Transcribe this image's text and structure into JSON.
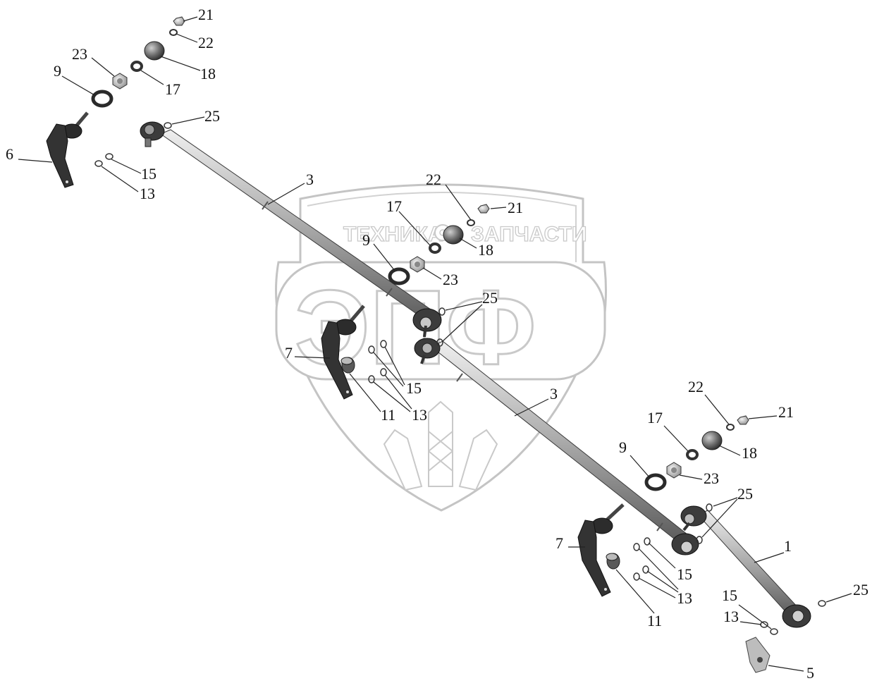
{
  "watermark": {
    "line1_left": "ТЕХНИКА",
    "line1_right": "ЗАПЧАСТИ",
    "line2": "ЭПФ"
  },
  "callouts": [
    {
      "id": "c21a",
      "text": "21"
    },
    {
      "id": "c22a",
      "text": "22"
    },
    {
      "id": "c18a",
      "text": "18"
    },
    {
      "id": "c23a",
      "text": "23"
    },
    {
      "id": "c9a",
      "text": "9"
    },
    {
      "id": "c17a",
      "text": "17"
    },
    {
      "id": "c25a",
      "text": "25"
    },
    {
      "id": "c6",
      "text": "6"
    },
    {
      "id": "c15a",
      "text": "15"
    },
    {
      "id": "c13a",
      "text": "13"
    },
    {
      "id": "c3a",
      "text": "3"
    },
    {
      "id": "c22b",
      "text": "22"
    },
    {
      "id": "c21b",
      "text": "21"
    },
    {
      "id": "c17b",
      "text": "17"
    },
    {
      "id": "c9b",
      "text": "9"
    },
    {
      "id": "c18b",
      "text": "18"
    },
    {
      "id": "c23b",
      "text": "23"
    },
    {
      "id": "c25b",
      "text": "25"
    },
    {
      "id": "c7a",
      "text": "7"
    },
    {
      "id": "c15b",
      "text": "15"
    },
    {
      "id": "c11a",
      "text": "11"
    },
    {
      "id": "c13b",
      "text": "13"
    },
    {
      "id": "c3b",
      "text": "3"
    },
    {
      "id": "c22c",
      "text": "22"
    },
    {
      "id": "c21c",
      "text": "21"
    },
    {
      "id": "c17c",
      "text": "17"
    },
    {
      "id": "c18c",
      "text": "18"
    },
    {
      "id": "c9c",
      "text": "9"
    },
    {
      "id": "c23c",
      "text": "23"
    },
    {
      "id": "c25c",
      "text": "25"
    },
    {
      "id": "c1",
      "text": "1"
    },
    {
      "id": "c7b",
      "text": "7"
    },
    {
      "id": "c15c",
      "text": "15"
    },
    {
      "id": "c13c",
      "text": "13"
    },
    {
      "id": "c11b",
      "text": "11"
    },
    {
      "id": "c25d",
      "text": "25"
    },
    {
      "id": "c15d",
      "text": "15"
    },
    {
      "id": "c13d",
      "text": "13"
    },
    {
      "id": "c5",
      "text": "5"
    }
  ]
}
